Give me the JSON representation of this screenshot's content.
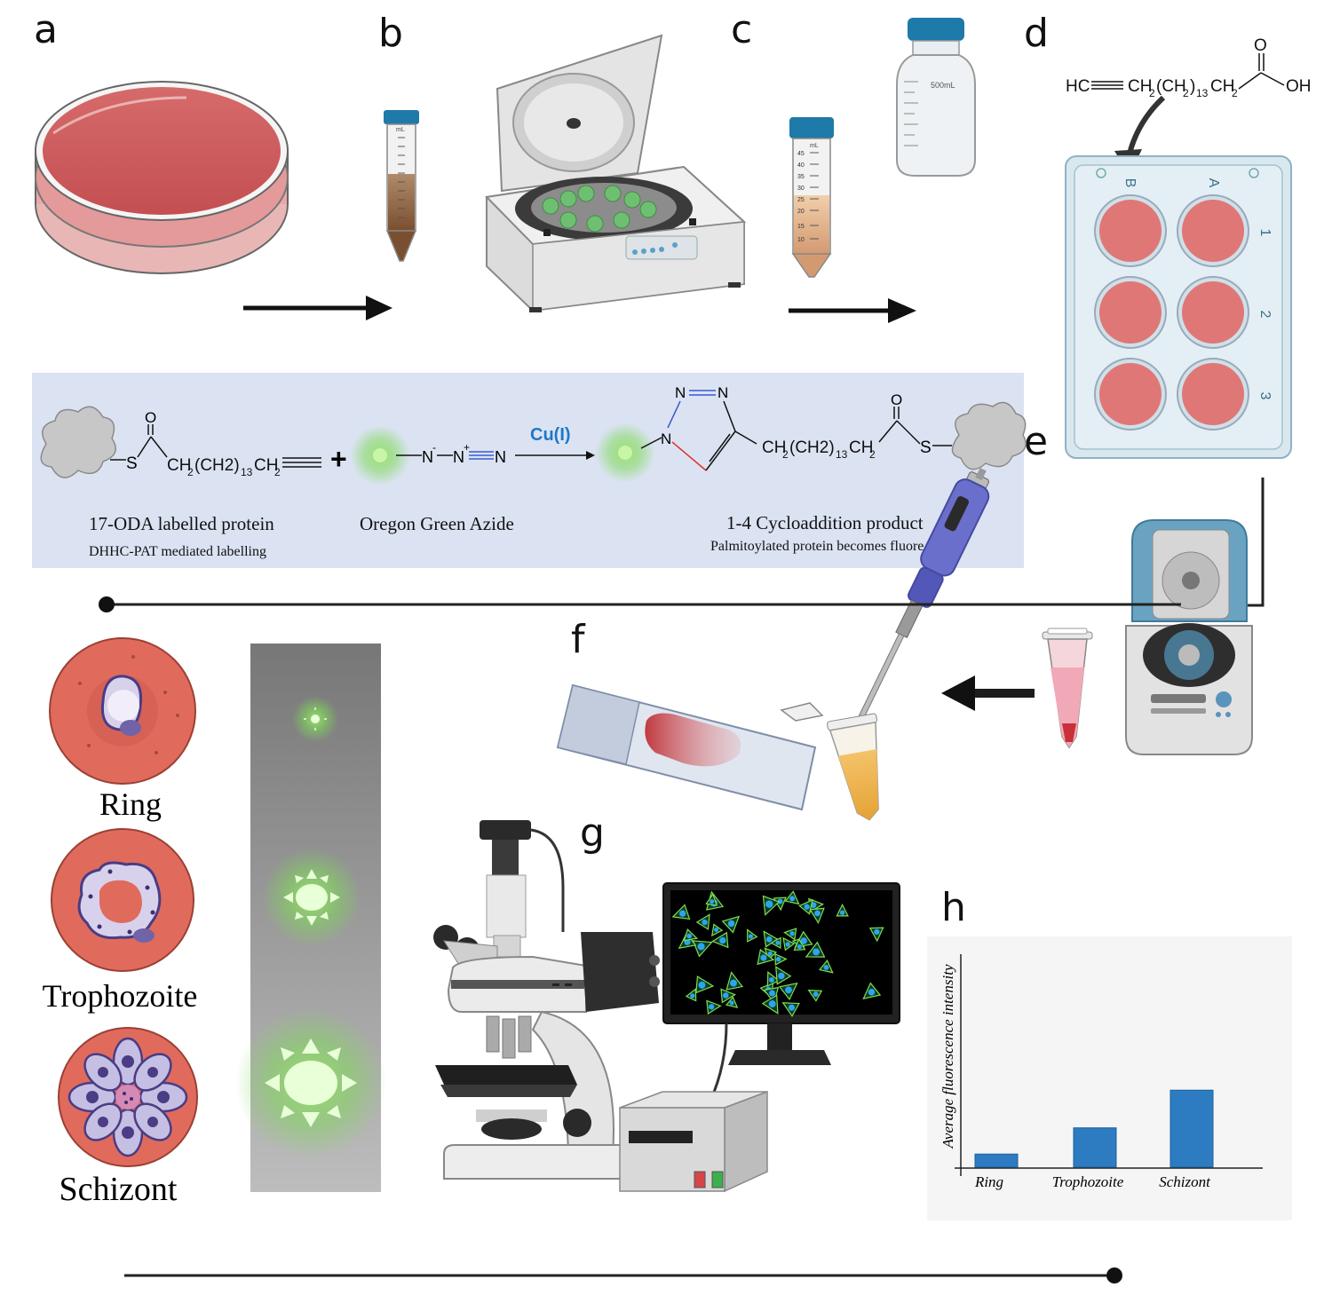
{
  "panels": {
    "a": "a",
    "b": "b",
    "c": "c",
    "d": "d",
    "e": "e",
    "f": "f",
    "g": "g",
    "h": "h"
  },
  "tube_b": {
    "unit": "mL"
  },
  "tube_c": {
    "unit": "mL",
    "marks": [
      "45",
      "40",
      "35",
      "30",
      "25",
      "20",
      "15",
      "10"
    ]
  },
  "bottle": {
    "label": "500mL"
  },
  "plate": {
    "columns": [
      "B",
      "A"
    ],
    "rows": [
      "1",
      "2",
      "3"
    ]
  },
  "fatty_acid": {
    "hc": "HC",
    "ch2": "CH",
    "sub2": "2",
    "inner": "(CH",
    "sub13": "13",
    "oxygen": "O",
    "oh": "OH"
  },
  "reaction": {
    "reactant_chain": "CH",
    "reactant_chain_2": "(CH2)",
    "reactant_chain_3": "CH",
    "sub2": "2",
    "sub13": "13",
    "sulfur": "S",
    "oxygen": "O",
    "plus": "+",
    "azide_n1": "N",
    "azide_n2": "N",
    "azide_n3": "N",
    "minus": "-",
    "plusCharge": "+",
    "catalyst": "Cu(I)",
    "triazole_n": "N",
    "product_chain": "CH",
    "product_chain_2": "(CH2)",
    "product_chain_3": "CH",
    "reactant_label": "17-ODA labelled protein",
    "reactant_sublabel": "DHHC-PAT mediated labelling",
    "azide_label": "Oregon Green Azide",
    "product_label": "1-4 Cycloaddition product",
    "product_sublabel": "Palmitoylated protein becomes fluore"
  },
  "stages": [
    "Ring",
    "Trophozoite",
    "Schizont"
  ],
  "colors": {
    "reaction_bg": "#dbe3f2",
    "blood_red": "#e06b5d",
    "bar_blue": "#2d7cc2",
    "glow_green": "#7ed957",
    "gel_dark": "#767676",
    "gel_light": "#b9b9b9",
    "catalyst_blue": "#1f78c8"
  },
  "chart_data": {
    "type": "bar",
    "categories": [
      "Ring",
      "Trophozoite",
      "Schizont"
    ],
    "values": [
      0.8,
      2.4,
      4.7
    ],
    "ylabel": "Average fluorescence intensity",
    "xlabel": "",
    "ylim": [
      0,
      13
    ]
  }
}
